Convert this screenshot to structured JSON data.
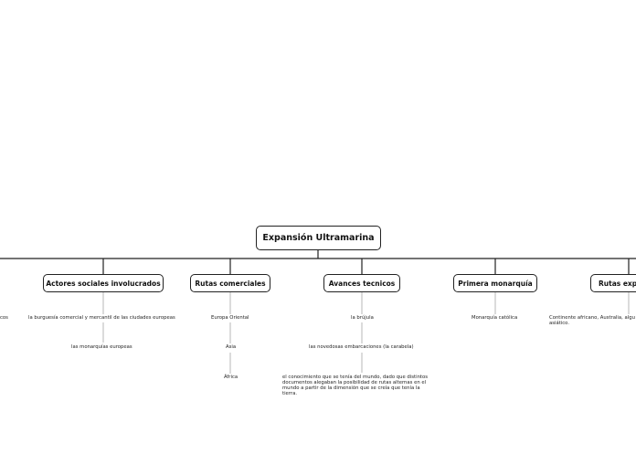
{
  "root": {
    "title": "Expansión Ultramarina"
  },
  "branches": [
    {
      "label": "Actores sociales involucrados",
      "children": [
        "la burguesía comercial y mercantil de las ciudades europeas",
        "las monarquías europeas"
      ]
    },
    {
      "label": "Rutas comerciales",
      "children": [
        "Europa Oriental",
        "Asia",
        "África"
      ]
    },
    {
      "label": "Avances tecnicos",
      "children": [
        "la brújula",
        "las novedosas embarcaciones (la carabela)",
        "el conocimiento que se tenía del mundo, dado que distintos documentos alegaban la posibilidad de rutas alternas en el mundo a partir de la dimensión que se creía que tenía la tierra."
      ]
    },
    {
      "label": "Primera monarquía",
      "children": [
        "Monarquía católica"
      ]
    },
    {
      "label": "Rutas expl",
      "children": [
        "Continente africano, Australia, algu asiático."
      ]
    }
  ],
  "left_clipped_text": "cos"
}
